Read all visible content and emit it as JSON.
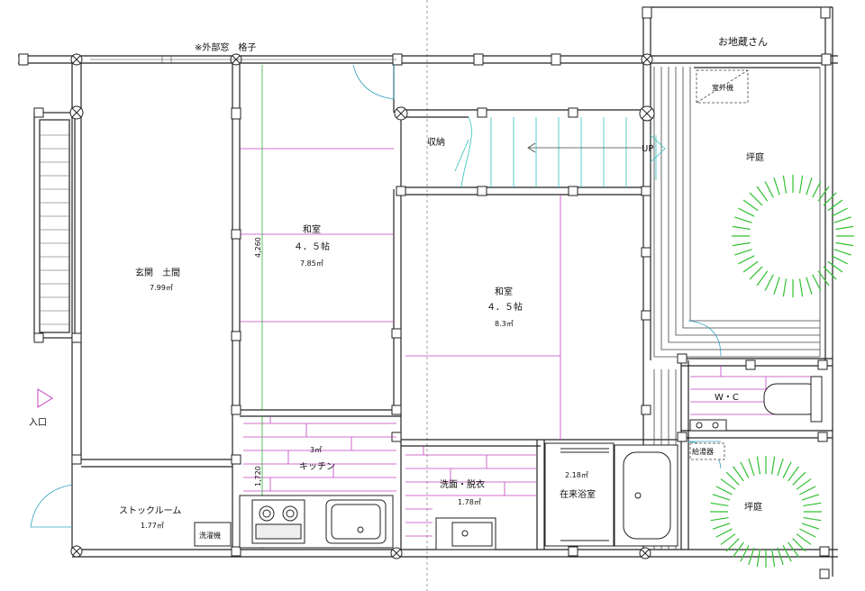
{
  "labels": {
    "window_note": "※外部窓　格子",
    "jizo": "お地蔵さん",
    "outdoor_unit": "室外機",
    "storage": "収納",
    "up": "UP",
    "courtyard_top": "坪庭",
    "courtyard_bottom": "坪庭",
    "entrance_hall": "玄関　土間",
    "entrance_hall_area": "7.99㎡",
    "washitsu1": "和室",
    "washitsu1_size": "４．５帖",
    "washitsu1_area": "7.85㎡",
    "dim_4260": "4,260",
    "washitsu2": "和室",
    "washitsu2_size": "４．５帖",
    "washitsu2_area": "8.3㎡",
    "entrance": "入口",
    "wc": "W・C",
    "water_heater": "給湯器",
    "kitchen": "キッチン",
    "kitchen_area": "3㎡",
    "dim_1720": "1,720",
    "stock_room": "ストックルーム",
    "stock_room_area": "1.77㎡",
    "washer": "洗濯機",
    "washroom": "洗面・脱衣",
    "washroom_area": "1.78㎡",
    "bathroom_area": "2.18㎡",
    "bathroom": "在来浴室"
  },
  "colors": {
    "wall": "#222222",
    "tatami_line": "#c040c0",
    "stair_line": "#30c0c0",
    "dim_line": "#30b030",
    "plant": "#30c030",
    "door": "#30a0c0"
  }
}
